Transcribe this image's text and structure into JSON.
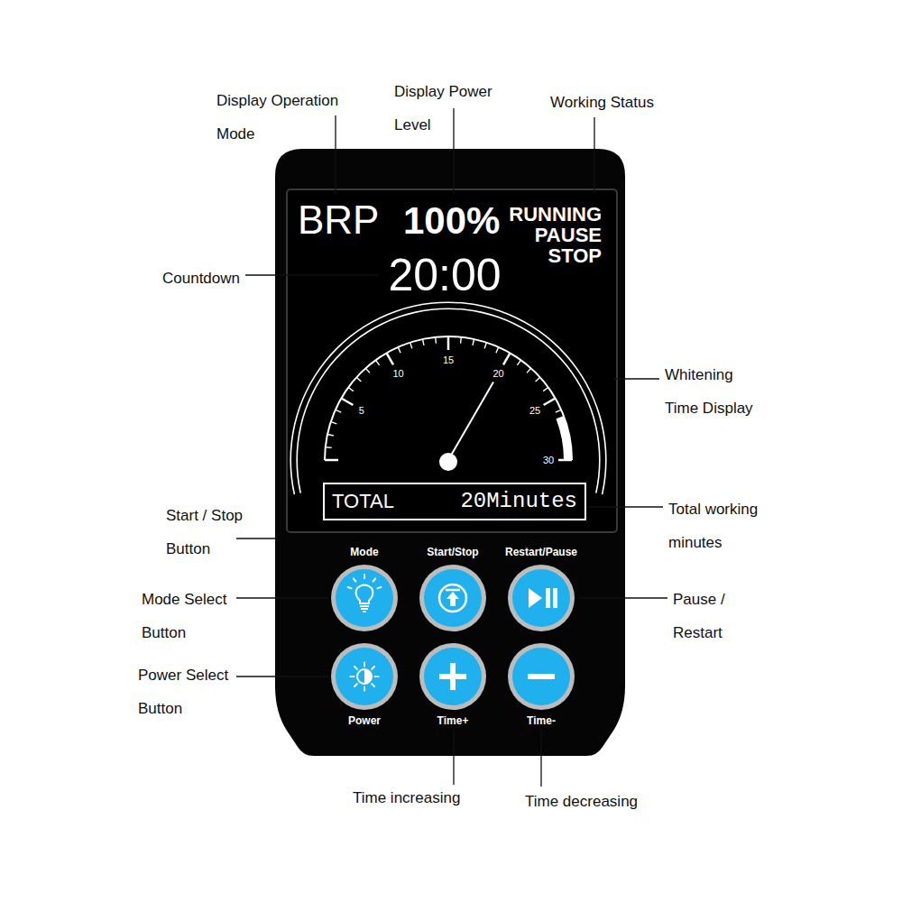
{
  "diagram": {
    "nodes": [
      {
        "text": [
          "BRP",
          "100%",
          "RUNNING PAUSE STOP",
          "20:00"
        ]
      },
      {
        "text": [
          "TOTAL",
          "20Minutes"
        ],
        "in": 0
      },
      {
        "text": [
          "Mode"
        ]
      },
      {
        "text": [
          "Start/Stop"
        ]
      },
      {
        "text": [
          "Restart/Pause"
        ]
      },
      {
        "text": [
          "Power"
        ]
      },
      {
        "text": [
          "Time+"
        ]
      },
      {
        "text": [
          "Time-"
        ]
      }
    ],
    "labels": [
      "Display Operation Mode",
      "Display Power Level",
      "Working Status",
      "Countdown",
      "5",
      "10",
      "15",
      "20",
      "25",
      "30",
      "Whitening Time Display",
      "Start / Stop Button",
      "Total working minutes",
      "Mode Select Button",
      "Pause / Restart",
      "Power Select Button",
      "Time increasing",
      "Time decreasing"
    ]
  }
}
